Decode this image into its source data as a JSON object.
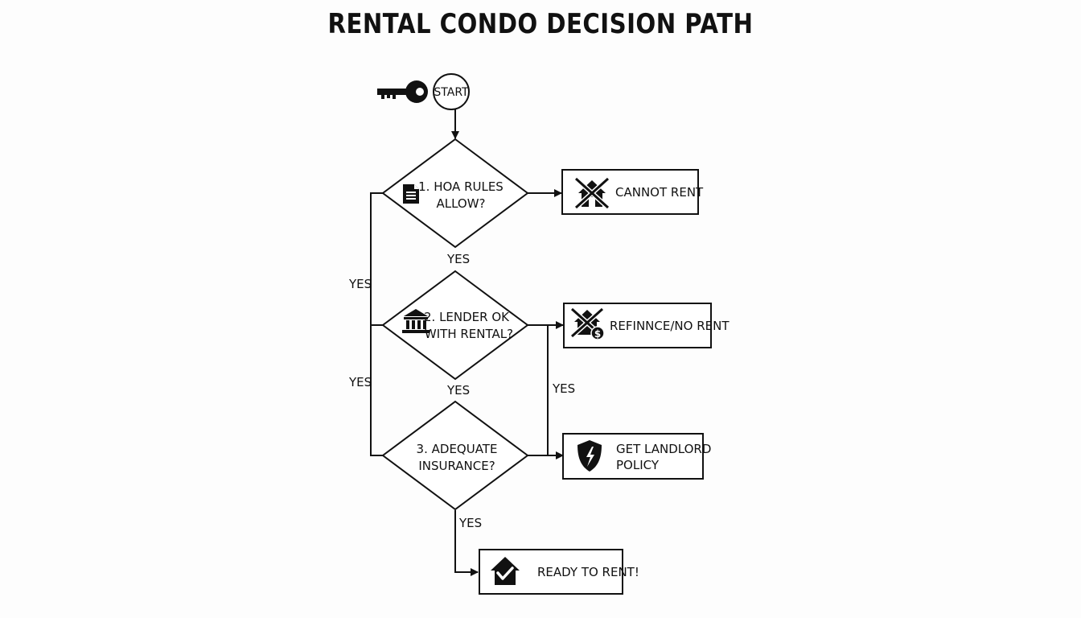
{
  "title": "RENTAL CONDO DECISION PATH",
  "nodes": {
    "start": "START",
    "q1": {
      "line1": "1. HOA RULES",
      "line2": "ALLOW?"
    },
    "q2": {
      "line1": "2. LENDER OK",
      "line2": "WITH RENTAL?"
    },
    "q3": {
      "line1": "3. ADEQUATE",
      "line2": "INSURANCE?"
    },
    "cannot_rent": "CANNOT RENT",
    "refinance": "REFINNCE/NO RENT",
    "landlord": {
      "line1": "GET LANDLORD",
      "line2": "POLICY"
    },
    "ready": "READY TO RENT!"
  },
  "edge_labels": {
    "q1_yes_down": "YES",
    "left_yes_upper": "YES",
    "q2_yes_down": "YES",
    "left_yes_lower": "YES",
    "right_yes": "YES",
    "q3_yes_down": "YES"
  },
  "icons": {
    "start": "key-icon",
    "q1": "document-icon",
    "q2": "bank-icon",
    "cannot_rent": "crossed-house-icon",
    "refinance": "crossed-house-dollar-icon",
    "landlord": "shield-icon",
    "ready": "house-check-icon"
  }
}
